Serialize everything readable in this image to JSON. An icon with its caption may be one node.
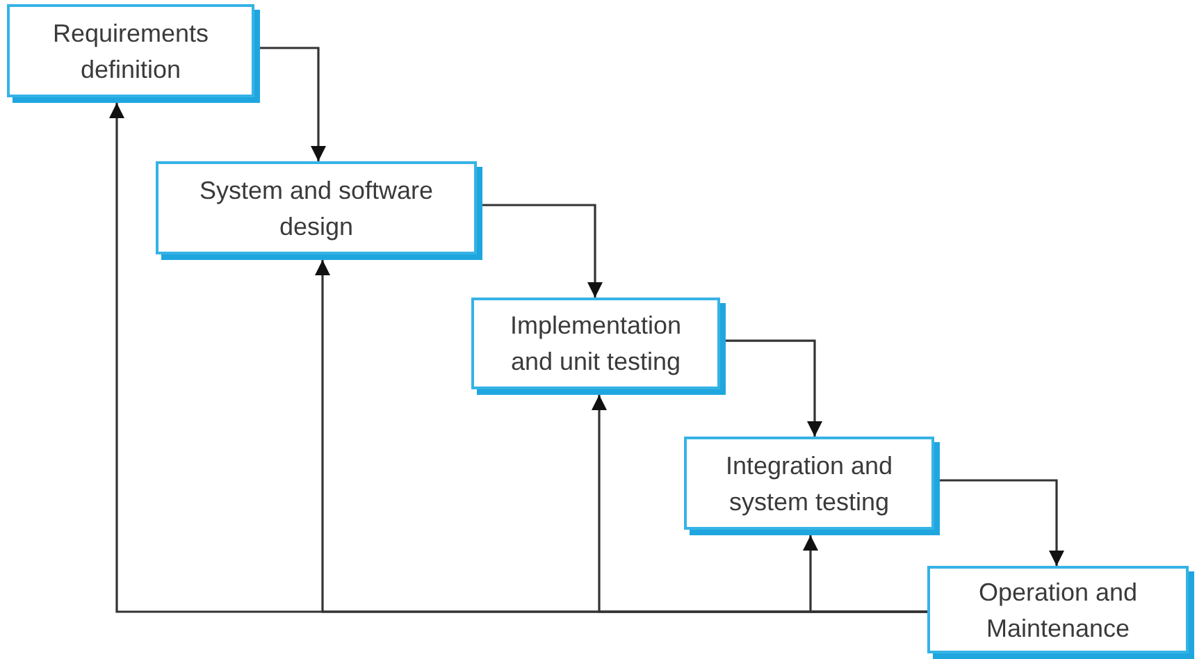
{
  "diagram": {
    "nodes": [
      {
        "text": [
          "Requirements definition"
        ]
      },
      {
        "text": [
          "System and software design"
        ]
      },
      {
        "text": [
          "Implementation and unit testing"
        ]
      },
      {
        "text": [
          "Integration and system testing"
        ]
      },
      {
        "text": [
          "Operation and Maintenance"
        ]
      }
    ],
    "edges": [
      {
        "from": 0,
        "to": 1,
        "arrow": "to"
      },
      {
        "from": 1,
        "to": 2,
        "arrow": "to"
      },
      {
        "from": 2,
        "to": 3,
        "arrow": "to"
      },
      {
        "from": 3,
        "to": 4,
        "arrow": "to"
      },
      {
        "from": 4,
        "to": 0,
        "arrow": "to"
      },
      {
        "from": 4,
        "to": 1,
        "arrow": "to"
      },
      {
        "from": 4,
        "to": 2,
        "arrow": "to"
      },
      {
        "from": 4,
        "to": 3,
        "arrow": "to"
      }
    ]
  }
}
